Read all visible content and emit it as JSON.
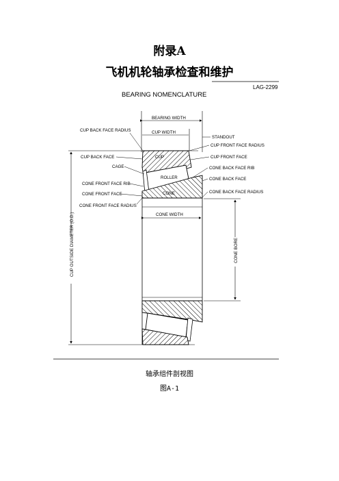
{
  "document": {
    "appendix_title": "附录A",
    "main_title": "飞机机轮轴承检查和维护",
    "caption": "轴承组件剖视图",
    "figure_number": "图A-1"
  },
  "figure": {
    "code": "LAG-2299",
    "heading": "BEARING NOMENCLATURE",
    "labels": {
      "bearing_width": "BEARING WIDTH",
      "cup_width": "CUP WIDTH",
      "cup_back_face_radius": "CUP BACK FACE RADIUS",
      "standout": "STANDOUT",
      "cup_front_face_radius": "CUP FRONT FACE RADIUS",
      "cup_back_face": "CUP BACK FACE",
      "cup": "CUP",
      "cup_front_face": "CUP FRONT FACE",
      "cage": "CAGE",
      "cone_back_face_rib": "CONE BACK FACE RIB",
      "roller": "ROLLER",
      "cone_back_face": "CONE BACK FACE",
      "cone_front_face_rib": "CONE FRONT FACE RIB",
      "cone_front_face": "CONE FRONT FACE",
      "cone": "CONE",
      "cone_back_face_radius": "CONE BACK FACE RADIUS",
      "cone_front_face_radius": "CONE FRONT FACE RADIUS",
      "cone_width": "CONE WIDTH",
      "cup_outside_diameter": "CUP OUTSIDE DIAMETER (O.D.)",
      "cone_bore": "CONE BORE"
    }
  }
}
